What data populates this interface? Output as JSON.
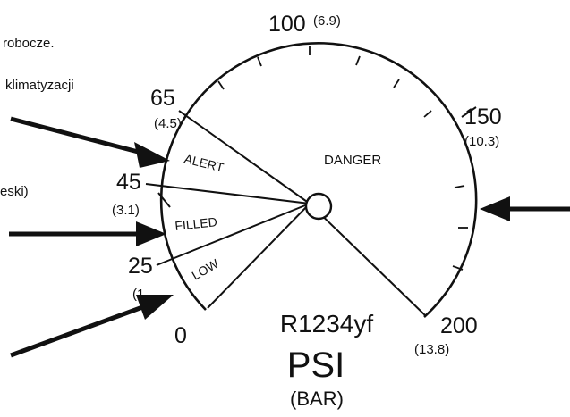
{
  "side_text": {
    "line1": "robocze.",
    "line2": "klimatyzacji",
    "line3": "eski)"
  },
  "gauge": {
    "refrigerant": "R1234yf",
    "unit": "PSI",
    "unit_secondary": "(BAR)",
    "ticks": [
      {
        "psi": "0",
        "bar": ""
      },
      {
        "psi": "25",
        "bar": "(1"
      },
      {
        "psi": "45",
        "bar": "(3.1)"
      },
      {
        "psi": "65",
        "bar": "(4.5)"
      },
      {
        "psi": "100",
        "bar": "(6.9)"
      },
      {
        "psi": "150",
        "bar": "(10.3)"
      },
      {
        "psi": "200",
        "bar": "(13.8)"
      }
    ],
    "zones": {
      "low": "LOW",
      "filled": "FILLED",
      "alert": "ALERT",
      "danger": "DANGER"
    }
  }
}
